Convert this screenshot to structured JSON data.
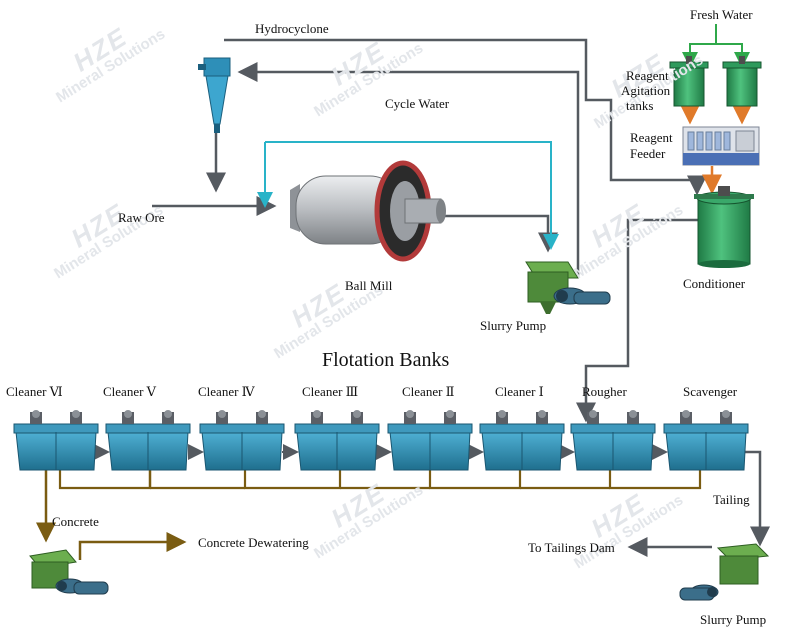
{
  "watermark": {
    "logo": "HZE",
    "text": "Mineral Solutions"
  },
  "labels": {
    "hydrocyclone": "Hydrocyclone",
    "fresh_water": "Fresh Water",
    "reagent_agitation_1": "Reagent",
    "reagent_agitation_2": "Agitation",
    "reagent_agitation_3": "tanks",
    "reagent_feeder_1": "Reagent",
    "reagent_feeder_2": "Feeder",
    "cycle_water": "Cycle Water",
    "raw_ore": "Raw Ore",
    "ball_mill": "Ball Mill",
    "conditioner": "Conditioner",
    "slurry_pump": "Slurry Pump",
    "flotation_banks": "Flotation Banks",
    "tailing": "Tailing",
    "concrete": "Concrete",
    "concrete_dewatering": "Concrete Dewatering",
    "to_tailings_dam": "To Tailings Dam",
    "slurry_pump_2": "Slurry Pump"
  },
  "cells": [
    "Cleaner Ⅵ",
    "Cleaner Ⅴ",
    "Cleaner Ⅳ",
    "Cleaner Ⅲ",
    "Cleaner Ⅱ",
    "Cleaner Ⅰ",
    "Rougher",
    "Scavenger"
  ],
  "colors": {
    "process_line": "#555a60",
    "cycle_water_line": "#29b3c8",
    "fresh_water_line": "#2fa84a",
    "reagent_line": "#e07a2a",
    "concentrate_line": "#7a5c12",
    "cell_body": "#2f8fb3",
    "tank_green": "#2e9a5c",
    "pump_green": "#4e8a3a",
    "mill_gray": "#b9bcc0",
    "mill_ring": "#b23a3a"
  }
}
